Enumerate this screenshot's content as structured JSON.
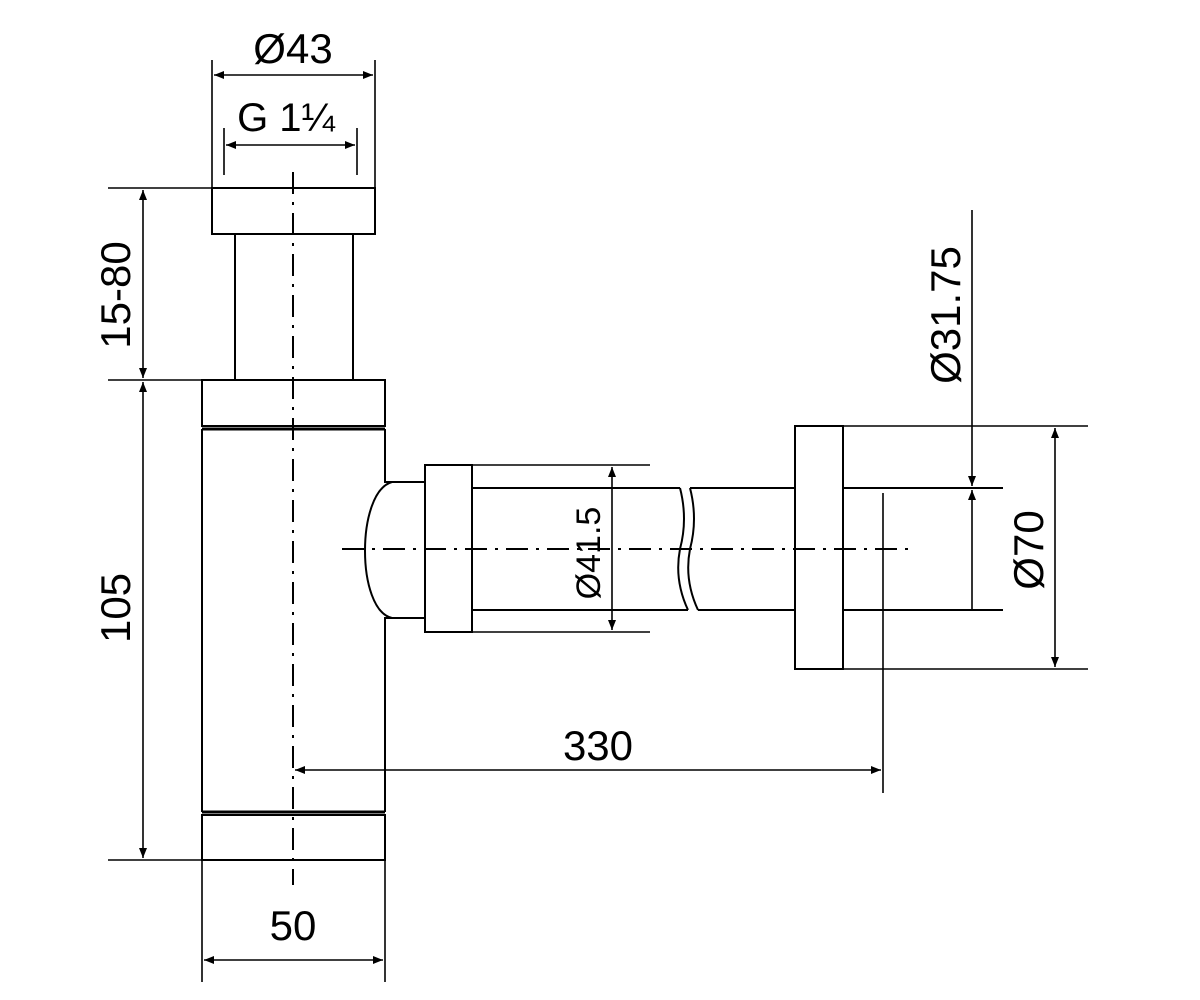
{
  "labels": {
    "top_diameter": "Ø43",
    "thread": "G 1¼",
    "height_adjust": "15-80",
    "body_height": "105",
    "body_width": "50",
    "horizontal_length": "330",
    "pipe_diameter": "Ø41.5",
    "outlet_diameter": "Ø31.75",
    "rosette_diameter": "Ø70"
  },
  "colors": {
    "line": "#000000",
    "background": "#ffffff"
  }
}
